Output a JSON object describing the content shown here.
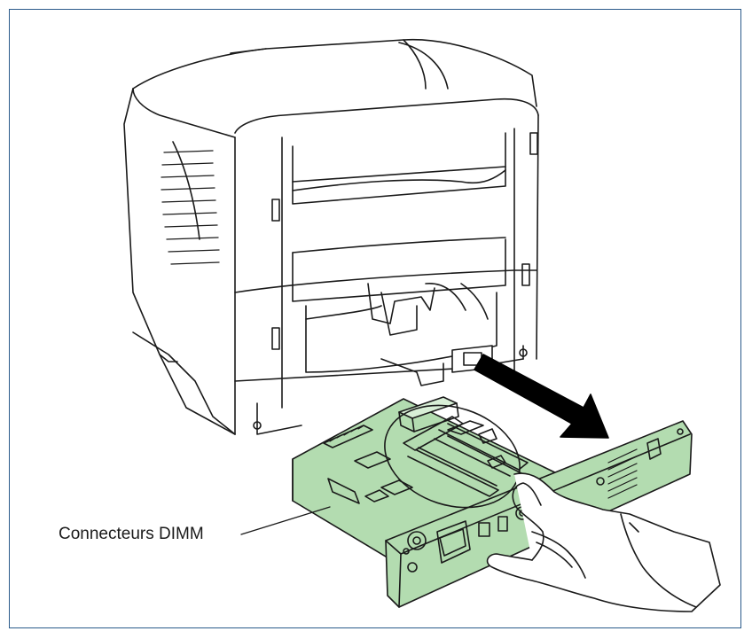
{
  "callout": {
    "label": "Connecteurs DIMM"
  },
  "colors": {
    "frame": "#2a5a8a",
    "board": "#b3dcb0",
    "line": "#1a1a1a",
    "arrow": "#000000",
    "printer": "#ffffff"
  },
  "icons": [
    "printer-illustration",
    "controller-board",
    "pull-arrow",
    "hand-illustration"
  ]
}
